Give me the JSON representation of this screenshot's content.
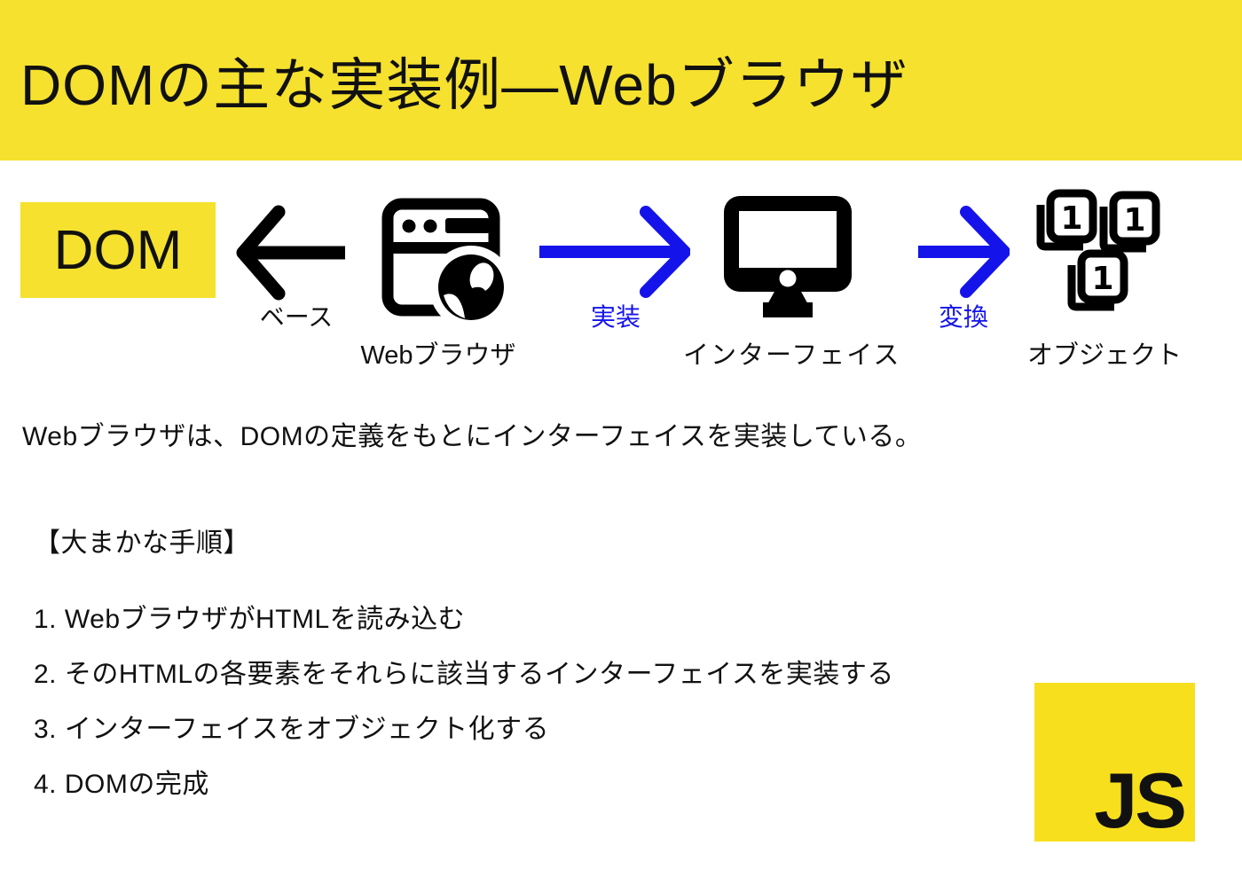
{
  "header": {
    "title": "DOMの主な実装例—Webブラウザ"
  },
  "diagram": {
    "dom_label": "DOM",
    "base_arrow_label": "ベース",
    "browser_label": "Webブラウザ",
    "implement_arrow_label": "実装",
    "interface_label": "インターフェイス",
    "convert_arrow_label": "変換",
    "object_label": "オブジェクト",
    "card_digit": "1"
  },
  "body": {
    "summary": "Webブラウザは、DOMの定義をもとにインターフェイスを実装している。",
    "steps_heading": "【大まかな手順】",
    "steps": [
      "1. WebブラウザがHTMLを読み込む",
      "2. そのHTMLの各要素をそれらに該当するインターフェイスを実装する",
      "3. インターフェイスをオブジェクト化する",
      "4. DOMの完成"
    ]
  },
  "js_logo": {
    "text": "JS"
  },
  "colors": {
    "header_yellow": "#F5E12E",
    "js_yellow": "#F7DF1E",
    "arrow_blue": "#1414EA",
    "ink": "#111111"
  }
}
